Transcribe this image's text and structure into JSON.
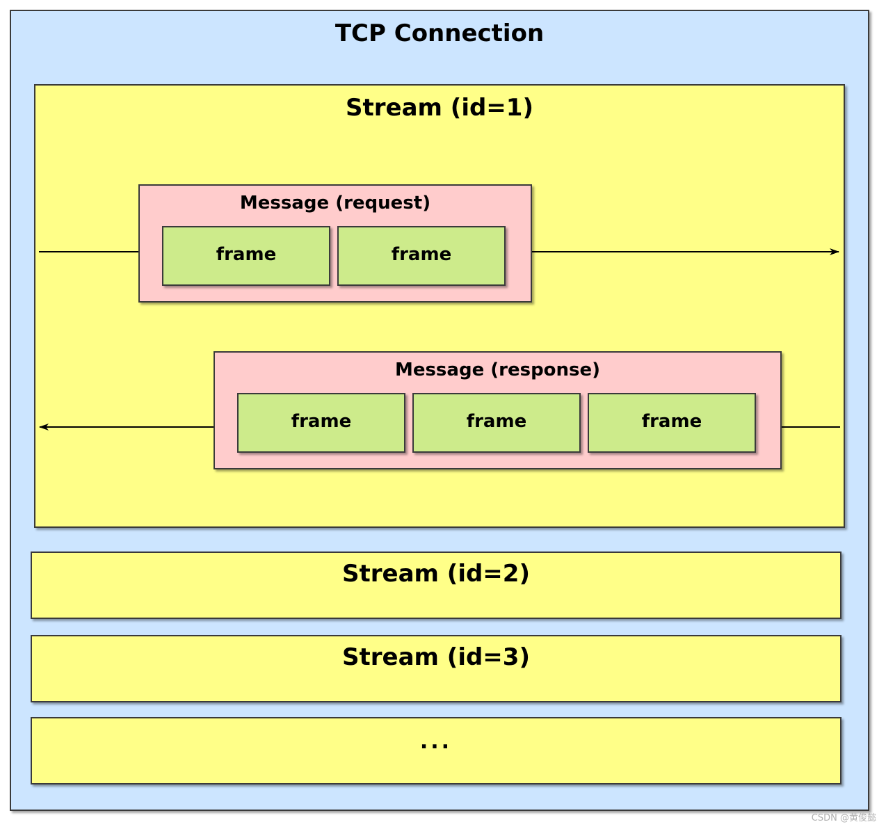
{
  "connection": {
    "title": "TCP Connection"
  },
  "streams": [
    {
      "label": "Stream (id=1)",
      "messages": [
        {
          "label": "Message (request)",
          "frames": [
            "frame",
            "frame"
          ]
        },
        {
          "label": "Message (response)",
          "frames": [
            "frame",
            "frame",
            "frame"
          ]
        }
      ]
    },
    {
      "label": "Stream (id=2)"
    },
    {
      "label": "Stream (id=3)"
    },
    {
      "label": "..."
    }
  ],
  "watermark": "CSDN @黄俊懿",
  "colors": {
    "connection_fill": "#cce5ff",
    "stream_fill": "#ffff88",
    "message_fill": "#ffcccc",
    "frame_fill": "#cdeb8b",
    "stroke": "#3a3a3a"
  }
}
